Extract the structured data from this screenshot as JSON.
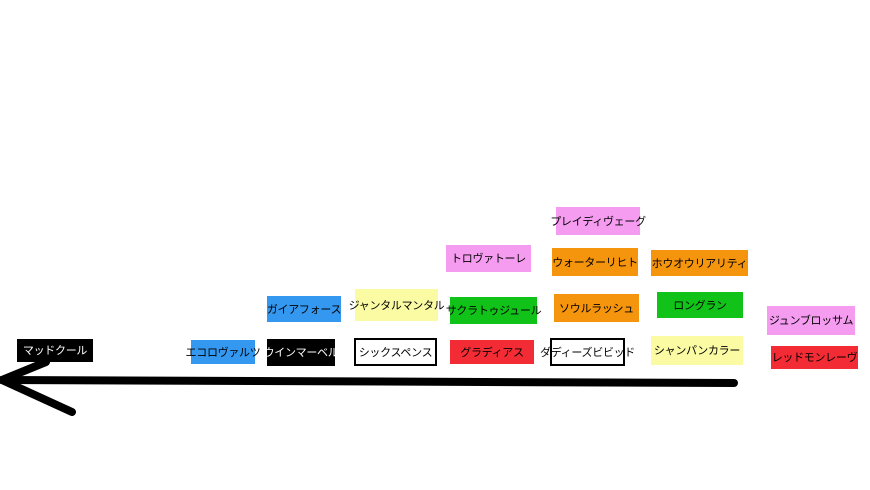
{
  "colors": {
    "pink": "#f59cf0",
    "orange": "#f5940d",
    "green": "#11c318",
    "yellow": "#fbfba3",
    "red": "#f32b34",
    "blue": "#3598f0",
    "black": "#000000",
    "white": "#ffffff"
  },
  "arrow": {
    "direction": "left",
    "color": "#000000"
  },
  "labels": {
    "mad": {
      "text": "マッドクール",
      "color": "black"
    },
    "eco": {
      "text": "エコロヴァルツ",
      "color": "blue"
    },
    "gaia": {
      "text": "ガイアフォース",
      "color": "blue"
    },
    "win": {
      "text": "ウインマーベル",
      "color": "black"
    },
    "zantal": {
      "text": "ジャンタルマンタル",
      "color": "yellow"
    },
    "sixx": {
      "text": "シックスペンス",
      "color": "white"
    },
    "toro": {
      "text": "トロヴァトーレ",
      "color": "pink"
    },
    "sakura": {
      "text": "サクラトゥジュール",
      "color": "green"
    },
    "gladi": {
      "text": "グラディアス",
      "color": "red"
    },
    "play": {
      "text": "プレイディヴェーグ",
      "color": "pink"
    },
    "water": {
      "text": "ウォーターリヒト",
      "color": "orange"
    },
    "soul": {
      "text": "ソウルラッシュ",
      "color": "orange"
    },
    "dirty": {
      "text": "ダディーズビビッド",
      "color": "white"
    },
    "howo": {
      "text": "ホウオウリアリティ",
      "color": "orange"
    },
    "long": {
      "text": "ロングラン",
      "color": "green"
    },
    "champagne": {
      "text": "シャンパンカラー",
      "color": "yellow"
    },
    "june": {
      "text": "ジュンブロッサム",
      "color": "pink"
    },
    "red": {
      "text": "レッドモンレーヴ",
      "color": "red"
    }
  }
}
